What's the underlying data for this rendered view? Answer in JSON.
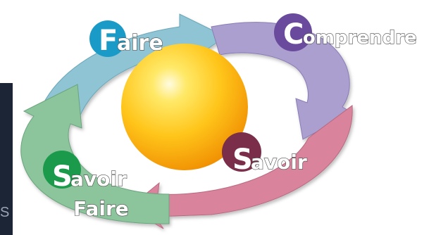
{
  "cycle": {
    "steps": [
      {
        "initial": "F",
        "rest": "aire",
        "arrow_color": "#8ec4d4",
        "badge_color": "#1a9bc7"
      },
      {
        "initial": "C",
        "rest": "omprendre",
        "arrow_color": "#ab9fcf",
        "badge_color": "#6a4a9c"
      },
      {
        "initial": "S",
        "rest": "avoir",
        "arrow_color": "#d9849c",
        "badge_color": "#7b2e4a"
      },
      {
        "initial": "S",
        "rest": "avoir",
        "line2": "Faire",
        "arrow_color": "#8cc49c",
        "badge_color": "#1a9a4a"
      }
    ],
    "center_color": "#f5b400"
  },
  "left_panel": {
    "text": "S",
    "color": "#1c2535"
  }
}
